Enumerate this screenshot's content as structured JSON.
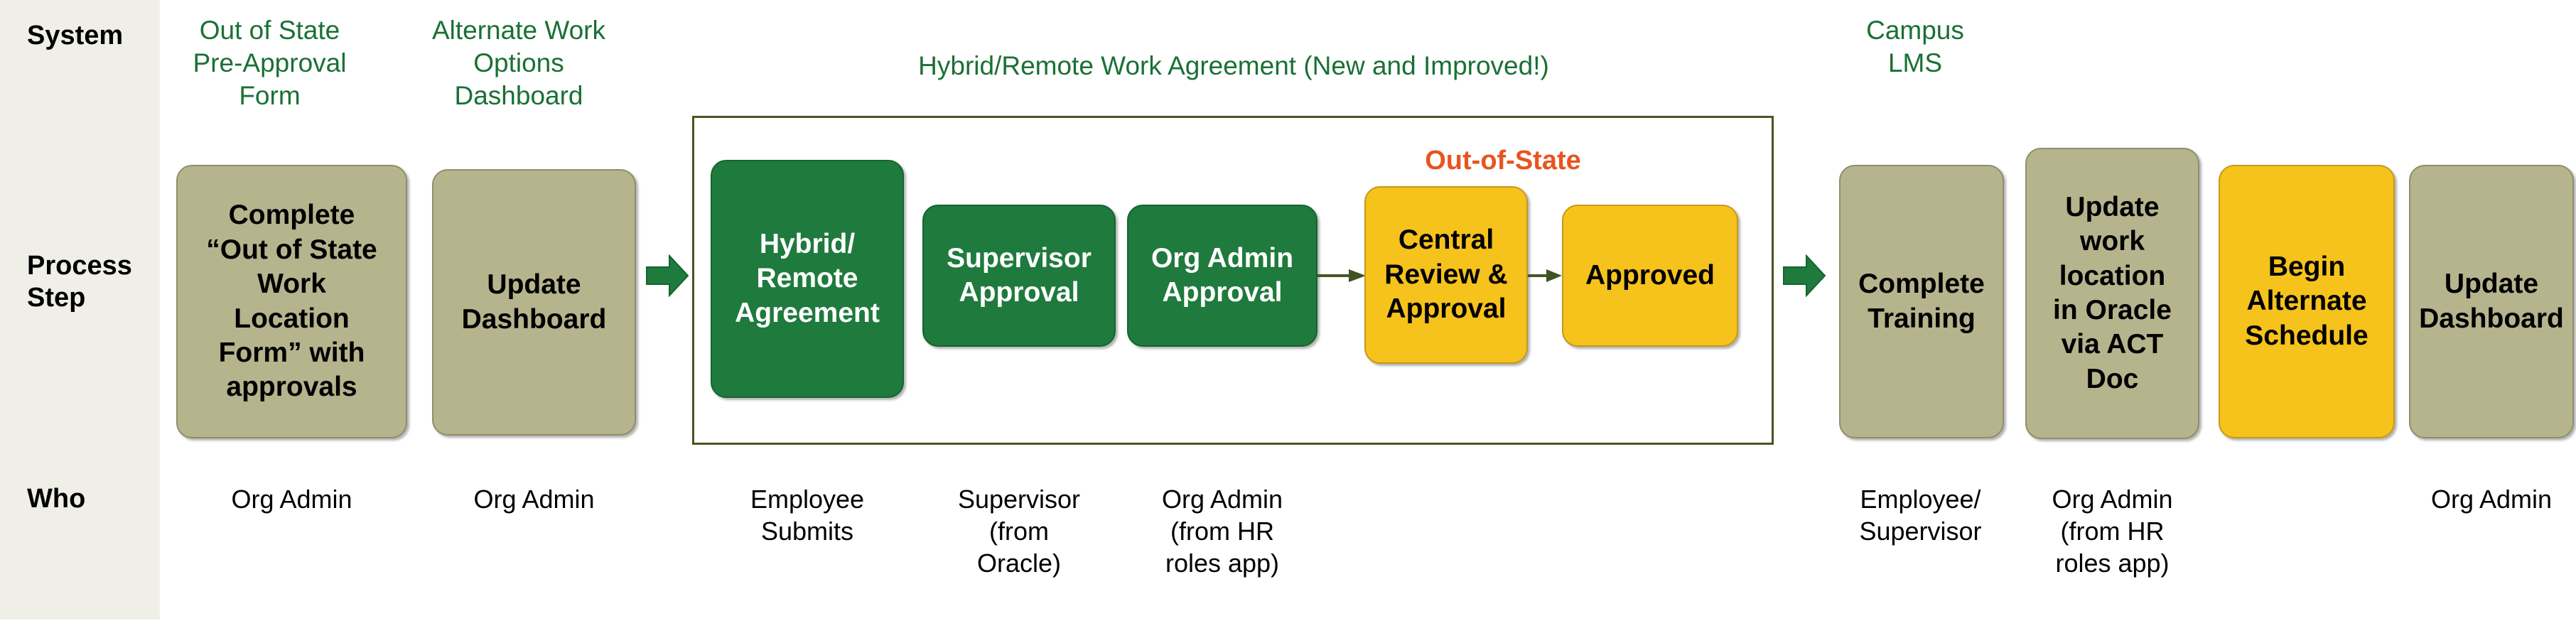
{
  "rows": {
    "system_label": "System",
    "process_label": "Process\nStep",
    "process_label_line1": "Process",
    "process_label_line2": "Step",
    "who_label": "Who"
  },
  "colors": {
    "system_text": "#1a7034",
    "gray_box": "#b5b48d",
    "green_box": "#1f7a3d",
    "yellow_box": "#f6c21c",
    "callout_orange": "#e8541f",
    "container_border": "#4a5524",
    "label_column_bg": "#f0efe7",
    "arrow_green": "#1f7a3d"
  },
  "systems": [
    {
      "id": "out-of-state-pre-approval-form",
      "lines": [
        "Out of State",
        "Pre-Approval",
        "Form"
      ]
    },
    {
      "id": "alternate-work-options-dashboard",
      "lines": [
        "Alternate Work",
        "Options",
        "Dashboard"
      ]
    },
    {
      "id": "hybrid-remote-work-agreement",
      "lines": [
        "Hybrid/Remote Work Agreement (New and Improved!)"
      ]
    },
    {
      "id": "campus-lms",
      "lines": [
        "Campus",
        "LMS"
      ]
    }
  ],
  "callouts": [
    {
      "id": "out-of-state",
      "text": "Out-of-State"
    }
  ],
  "steps": [
    {
      "id": "complete-out-of-state-work-location-form",
      "color": "gray",
      "lines": [
        "Complete",
        "“Out of State",
        "Work",
        "Location",
        "Form” with",
        "approvals"
      ]
    },
    {
      "id": "update-dashboard-1",
      "color": "gray",
      "lines": [
        "Update",
        "Dashboard"
      ]
    },
    {
      "id": "hybrid-remote-agreement",
      "color": "green",
      "lines": [
        "Hybrid/",
        "Remote",
        "Agreement"
      ]
    },
    {
      "id": "supervisor-approval",
      "color": "green",
      "lines": [
        "Supervisor",
        "Approval"
      ]
    },
    {
      "id": "org-admin-approval",
      "color": "green",
      "lines": [
        "Org Admin",
        "Approval"
      ]
    },
    {
      "id": "central-review-approval",
      "color": "yellow",
      "lines": [
        "Central",
        "Review &",
        "Approval"
      ]
    },
    {
      "id": "approved",
      "color": "yellow",
      "lines": [
        "Approved"
      ]
    },
    {
      "id": "complete-training",
      "color": "gray",
      "lines": [
        "Complete",
        "Training"
      ]
    },
    {
      "id": "update-work-location-oracle-act-doc",
      "color": "gray",
      "lines": [
        "Update",
        "work",
        "location",
        "in Oracle",
        "via ACT",
        "Doc"
      ]
    },
    {
      "id": "begin-alternate-schedule",
      "color": "yellow",
      "lines": [
        "Begin",
        "Alternate",
        "Schedule"
      ]
    },
    {
      "id": "update-dashboard-2",
      "color": "gray",
      "lines": [
        "Update",
        "Dashboard"
      ]
    }
  ],
  "who": [
    {
      "id": "who-org-admin-1",
      "lines": [
        "Org Admin"
      ]
    },
    {
      "id": "who-org-admin-2",
      "lines": [
        "Org Admin"
      ]
    },
    {
      "id": "who-employee-submits",
      "lines": [
        "Employee",
        "Submits"
      ]
    },
    {
      "id": "who-supervisor-oracle",
      "lines": [
        "Supervisor",
        "(from",
        "Oracle)"
      ]
    },
    {
      "id": "who-org-admin-hr-roles-1",
      "lines": [
        "Org Admin",
        "(from HR",
        "roles app)"
      ]
    },
    {
      "id": "who-employee-supervisor",
      "lines": [
        "Employee/",
        "Supervisor"
      ]
    },
    {
      "id": "who-org-admin-hr-roles-2",
      "lines": [
        "Org Admin",
        "(from HR",
        "roles app)"
      ]
    },
    {
      "id": "who-org-admin-3",
      "lines": [
        "Org Admin"
      ]
    }
  ],
  "arrows": {
    "block_arrows": 2,
    "thin_arrows": 4
  }
}
